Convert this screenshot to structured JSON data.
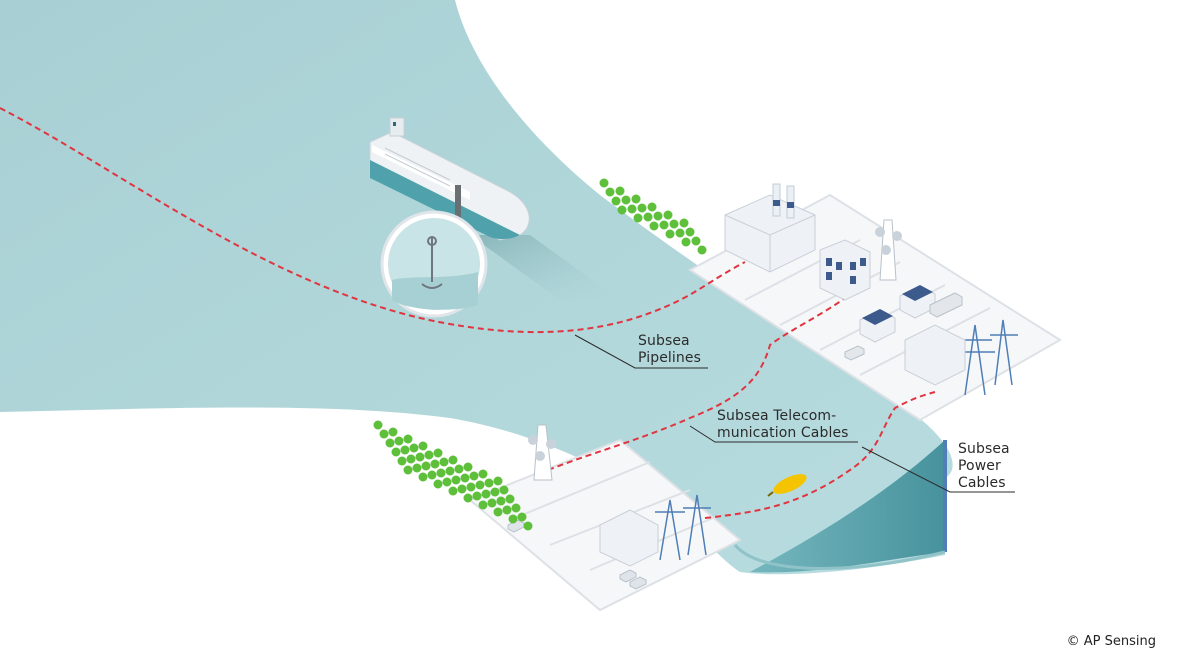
{
  "labels": {
    "pipelines": {
      "line1": "Subsea",
      "line2": "Pipelines"
    },
    "telecom": {
      "line1": "Subsea Telecom-",
      "line2": "munication Cables"
    },
    "power": {
      "line1": "Subsea",
      "line2": "Power",
      "line3": "Cables"
    }
  },
  "copyright": "© AP Sensing",
  "colors": {
    "sea": "#a9d3d6",
    "sea_light": "#b7dadd",
    "sea_deep": "#3b8f9a",
    "sea_edge": "#4f7fb6",
    "land": "#f3f4f6",
    "cable": "#e0353f",
    "tree": "#5dbf3a",
    "building": "#e9ecf1",
    "roof_solar": "#3c5a8c",
    "uuv": "#f5c400"
  },
  "icons": [
    "ship-icon",
    "anchor-magnifier-icon",
    "factory-icon",
    "telecom-tower-icon",
    "power-pylon-icon",
    "solar-house-icon",
    "truck-icon",
    "car-icon",
    "tree-icon",
    "uuv-submarine-icon"
  ]
}
